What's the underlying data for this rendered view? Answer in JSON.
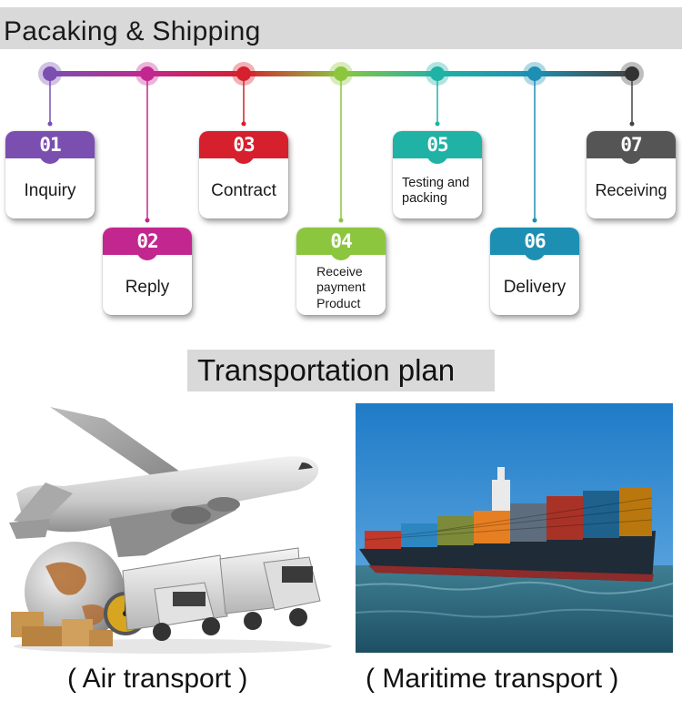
{
  "header": {
    "title": "Pacaking & Shipping"
  },
  "steps": [
    {
      "num": "01",
      "lines": [
        "Inquiry"
      ],
      "color": "#7b4fb0"
    },
    {
      "num": "02",
      "lines": [
        "Reply"
      ],
      "color": "#c2278f"
    },
    {
      "num": "03",
      "lines": [
        "Contract"
      ],
      "color": "#d6202d"
    },
    {
      "num": "04",
      "lines": [
        "Receive",
        "payment",
        "Product"
      ],
      "color": "#8cc63f"
    },
    {
      "num": "05",
      "lines": [
        "Testing and",
        "packing"
      ],
      "color": "#1fb2a5"
    },
    {
      "num": "06",
      "lines": [
        "Delivery"
      ],
      "color": "#1d8fb3"
    },
    {
      "num": "07",
      "lines": [
        "Receiving"
      ],
      "color": "#555555"
    }
  ],
  "transport": {
    "title": "Transportation plan",
    "air_caption": "( Air transport )",
    "sea_caption": "( Maritime transport )"
  }
}
